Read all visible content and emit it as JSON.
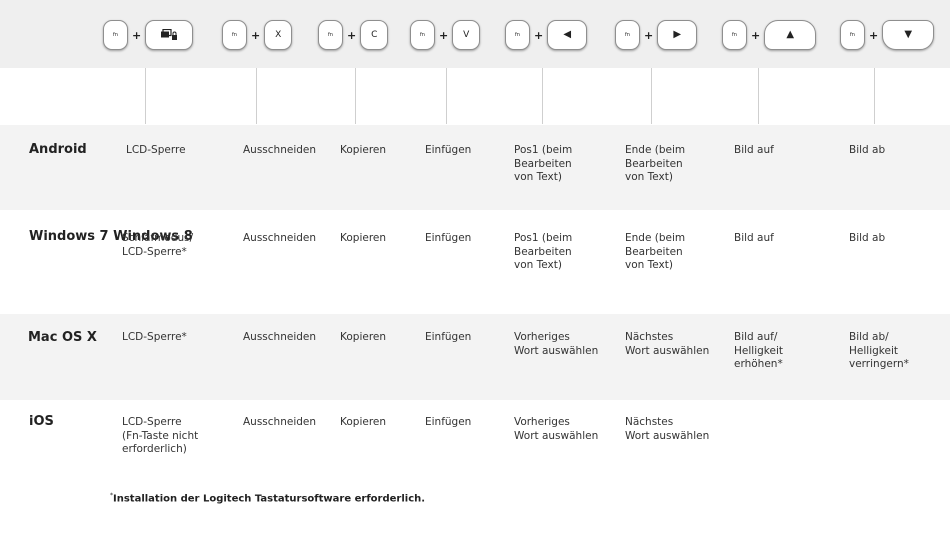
{
  "keys": {
    "fn": "fn",
    "plus": "+",
    "combos": [
      {
        "icon": "screen-lock-icon",
        "glyph": "⧉🔒"
      },
      {
        "glyph": "X"
      },
      {
        "glyph": "C"
      },
      {
        "glyph": "V"
      },
      {
        "icon": "arrow-left-icon",
        "glyph": "◀"
      },
      {
        "icon": "arrow-right-icon",
        "glyph": "▶"
      },
      {
        "icon": "arrow-up-icon",
        "glyph": "▲"
      },
      {
        "icon": "arrow-down-icon",
        "glyph": "▼"
      }
    ]
  },
  "rows": [
    {
      "os": "Android",
      "cells": [
        "LCD-Sperre",
        "Ausschneiden",
        "Kopieren",
        "Einfügen",
        "Pos1 (beim\nBearbeiten\nvon Text)",
        "Ende (beim\nBearbeiten\nvon Text)",
        "Bild auf",
        "Bild ab"
      ]
    },
    {
      "os": "Windows 7\nWindows 8",
      "cells": [
        "Schlafmodus/\nLCD-Sperre*",
        "Ausschneiden",
        "Kopieren",
        "Einfügen",
        "Pos1 (beim\nBearbeiten\nvon Text)",
        "Ende (beim\nBearbeiten\nvon Text)",
        "Bild auf",
        "Bild ab"
      ]
    },
    {
      "os": "Mac OS X",
      "cells": [
        "LCD-Sperre*",
        "Ausschneiden",
        "Kopieren",
        "Einfügen",
        "Vorheriges\nWort auswählen",
        "Nächstes\nWort auswählen",
        "Bild auf/\nHelligkeit\nerhöhen*",
        "Bild ab/\nHelligkeit\nverringern*"
      ]
    },
    {
      "os": "iOS",
      "cells": [
        "LCD-Sperre\n(Fn-Taste nicht\nerforderlich)",
        "Ausschneiden",
        "Kopieren",
        "Einfügen",
        "Vorheriges\nWort auswählen",
        "Nächstes\nWort auswählen",
        "",
        ""
      ]
    }
  ],
  "footnote": {
    "star": "*",
    "text": "Installation der Logitech Tastatursoftware erforderlich."
  }
}
